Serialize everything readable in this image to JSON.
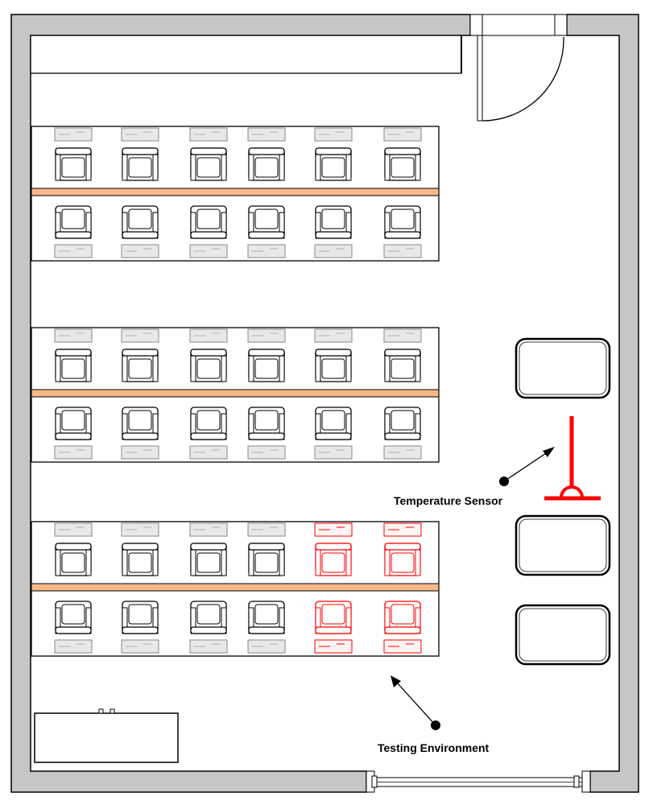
{
  "annotations": {
    "sensor_label": "Temperature Sensor",
    "env_label": "Testing Environment"
  },
  "colors": {
    "wall": "#c6c6c6",
    "outline": "#000000",
    "divider": "#f7b98a",
    "highlight": "#ff0000",
    "monitor": "#e8e8e8",
    "monitor_edge": "#8a8a8a"
  },
  "layout": {
    "rows_of_desks": 3,
    "seats_per_side": 6,
    "highlighted_seats_in_last_row": 2,
    "side_tables": 3
  }
}
